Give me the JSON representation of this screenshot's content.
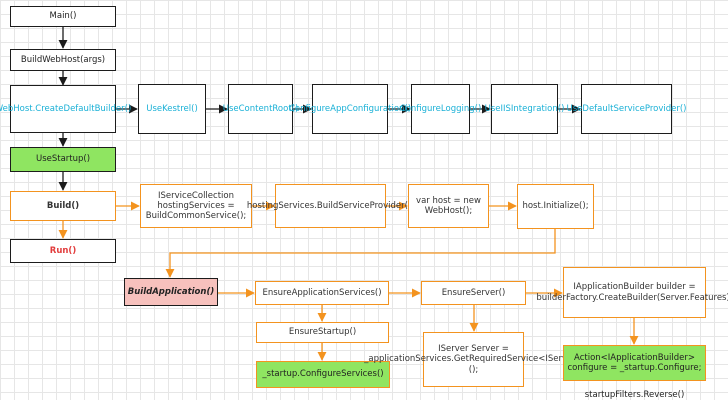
{
  "nodes": {
    "main": "Main()",
    "build_web_host": "BuildWebHost(args)",
    "create_default_builder": "WebHost.CreateDefaultBuilder()",
    "use_kestrel": "UseKestrel()",
    "use_content_root": "UseContentRoot()",
    "configure_app_configuration": "ConfigureAppConfiguration()",
    "configure_logging": "ConfigureLogging()",
    "use_iis_integration": "UseIISIntegration()",
    "use_default_service_provider": "UseDefaultServiceProvider()",
    "use_startup": "UseStartup()",
    "build": "Build()",
    "run": "Run()",
    "build_common_service": "IServiceCollection hostingServices = BuildCommonService();",
    "build_service_provider": "hostingServices.BuildServiceProvider();",
    "new_web_host": "var host = new WebHost();",
    "host_initialize": "host.Initialize();",
    "build_application": "BuildApplication()",
    "ensure_application_services": "EnsureApplicationServices()",
    "ensure_server": "EnsureServer()",
    "create_builder": "IApplicationBuilder builder = builderFactory.CreateBuilder(Server.Features);",
    "ensure_startup": "EnsureStartup()",
    "configure_services": "_startup.ConfigureServices()",
    "get_required_service": "IServer Server = _applicationServices.GetRequiredService<IServer>();",
    "configure": "Action<IApplicationBuilder> configure = _startup.Configure;",
    "startup_filters_reverse": "startupFilters.Reverse()"
  },
  "colors": {
    "line_black": "#1c1c1c",
    "line_orange": "#f3931f",
    "text_cyan": "#19b0d6",
    "fill_green": "#8fe561",
    "fill_pink": "#f7c1bd",
    "text_red": "#e23c3c"
  }
}
